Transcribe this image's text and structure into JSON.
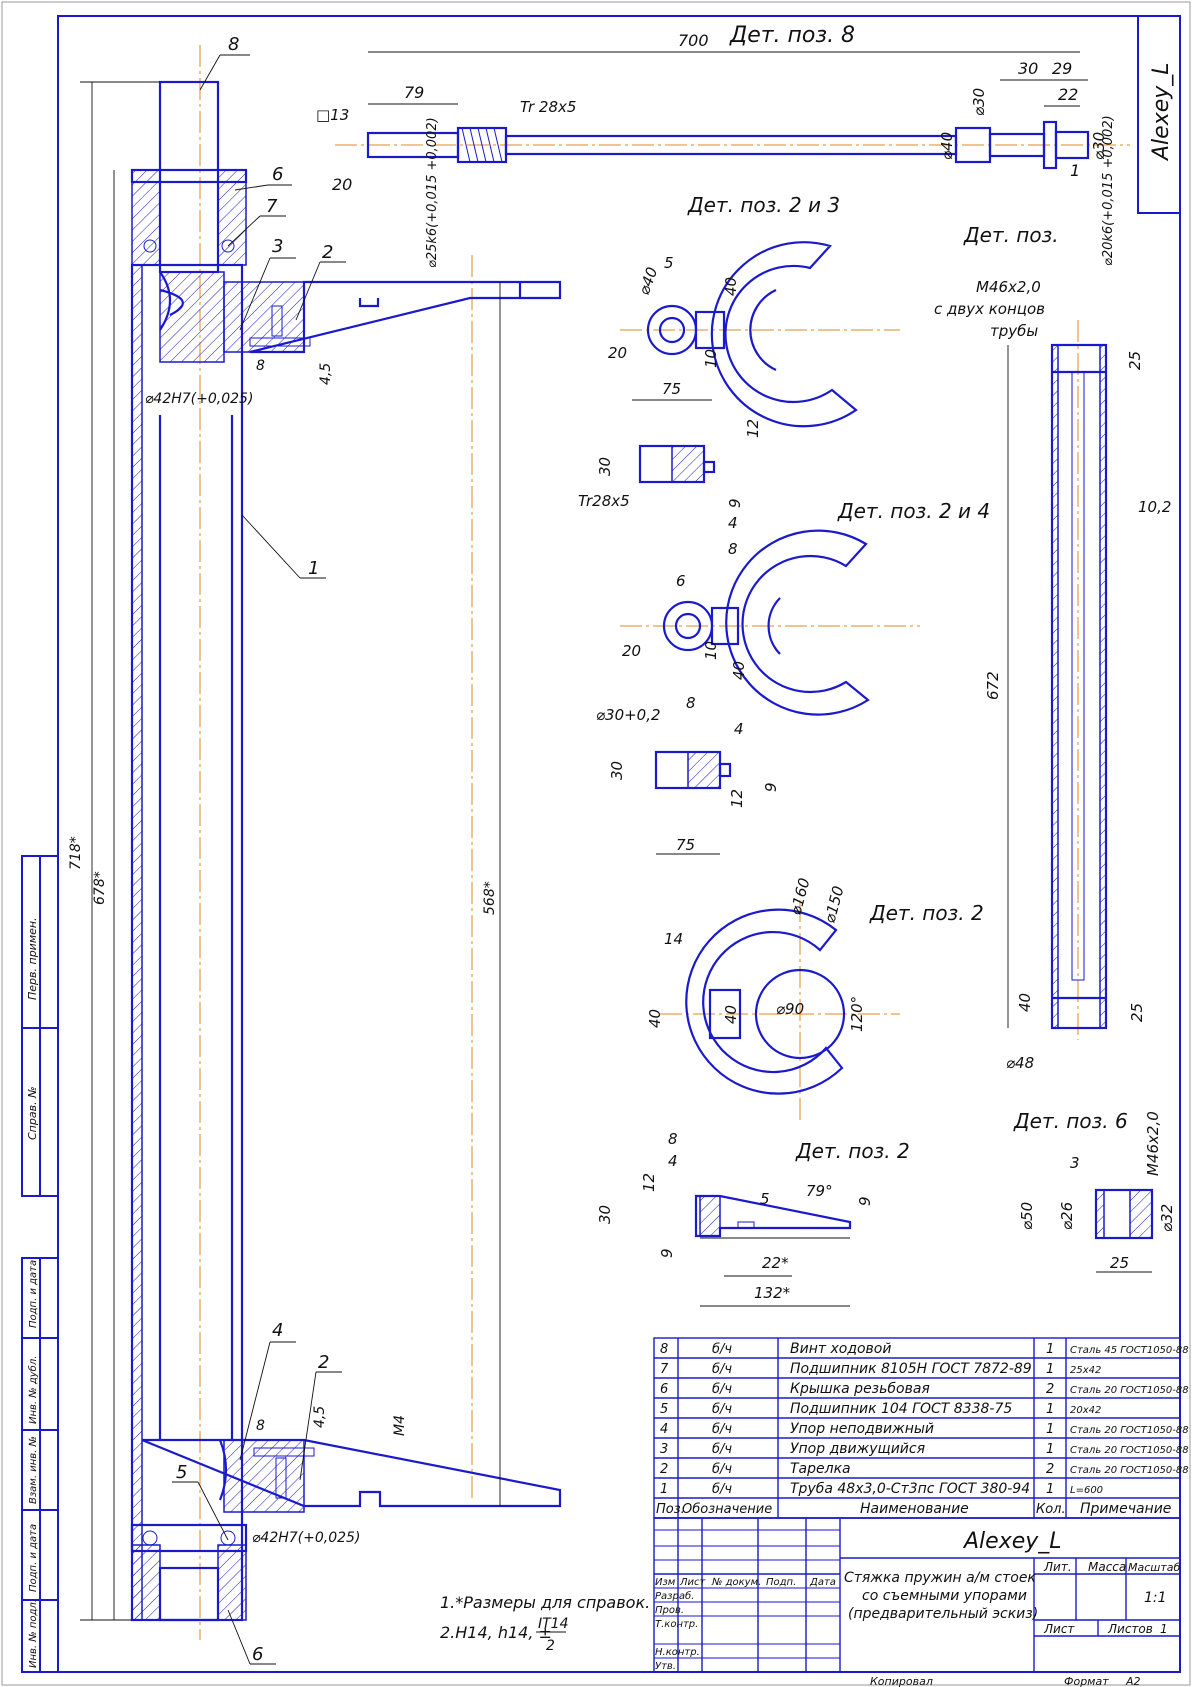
{
  "drawing": {
    "author_stamp": "Alexey_L",
    "views": {
      "pos8": "Дет. поз. 8",
      "pos2_3": "Дет. поз. 2 и 3",
      "pos_tube": "Дет. поз.",
      "pos2_4": "Дет. поз. 2 и 4",
      "pos2_ring": "Дет. поз. 2",
      "pos2_side": "Дет. поз. 2",
      "pos6": "Дет. поз. 6"
    },
    "tube_note": [
      "М46х2,0",
      "с двух концов",
      "трубы"
    ],
    "dims": {
      "d700": "700",
      "d79": "79",
      "d30": "30",
      "d29": "29",
      "d22": "22",
      "d1": "1",
      "sq13": "□13",
      "d20": "20",
      "tr": "Tr 28x5",
      "phi40": "⌀40",
      "phi30a": "⌀30",
      "phi30b": "⌀30",
      "k25": "⌀25k6(+0,015 +0,002)",
      "k20": "⌀20k6(+0,015 +0,002)",
      "a5": "5",
      "a40": "⌀40",
      "a40b": "40",
      "a20": "20",
      "a10": "10",
      "a75": "75",
      "a12": "12",
      "a30": "30",
      "atr": "Tr28x5",
      "a9": "9",
      "a4": "4",
      "a8": "8",
      "b6": "6",
      "b20": "20",
      "b10": "10",
      "b40": "40",
      "c30": "⌀30+0,2",
      "c8": "8",
      "c4": "4",
      "c30b": "30",
      "c12": "12",
      "c9": "9",
      "c75": "75",
      "r160": "⌀160",
      "r150": "⌀150",
      "r14": "14",
      "r40": "40",
      "r40b": "40",
      "r90": "⌀90",
      "r120": "120°",
      "s8": "8",
      "s4": "4",
      "s12": "12",
      "s30": "30",
      "s9": "9",
      "s5": "5",
      "s79": "79°",
      "s9b": "9",
      "s22": "22*",
      "s132": "132*",
      "t25": "25",
      "t102": "10,2",
      "t672": "672",
      "t40": "40",
      "t25b": "25",
      "t48": "⌀48",
      "p3": "3",
      "p50": "⌀50",
      "p26": "⌀26",
      "p32": "⌀32",
      "p25": "25",
      "pm": "M46x2,0",
      "m718": "718*",
      "m678": "678*",
      "m568": "568*",
      "mh7a": "⌀42H7(+0,025)",
      "mh7b": "⌀42H7(+0,025)",
      "m8": "8",
      "m45": "4,5",
      "m8b": "8",
      "m45b": "4,5",
      "m4": "M4"
    },
    "leaders": [
      "8",
      "6",
      "7",
      "3",
      "2",
      "1",
      "4",
      "2",
      "5",
      "6"
    ]
  },
  "notes": [
    "1.*Размеры для справок.",
    "2.H14, h14, ±",
    "IT14",
    "2"
  ],
  "bom": {
    "rows": [
      {
        "pos": "8",
        "des": "б/ч",
        "name": "Винт ходовой",
        "qty": "1",
        "note": "Сталь 45 ГОСТ1050-88"
      },
      {
        "pos": "7",
        "des": "б/ч",
        "name": "Подшипник 8105Н ГОСТ 7872-89",
        "qty": "1",
        "note": "25х42"
      },
      {
        "pos": "6",
        "des": "б/ч",
        "name": "Крышка резьбовая",
        "qty": "2",
        "note": "Сталь 20 ГОСТ1050-88"
      },
      {
        "pos": "5",
        "des": "б/ч",
        "name": "Подшипник 104 ГОСТ 8338-75",
        "qty": "1",
        "note": "20х42"
      },
      {
        "pos": "4",
        "des": "б/ч",
        "name": "Упор неподвижный",
        "qty": "1",
        "note": "Сталь 20 ГОСТ1050-88"
      },
      {
        "pos": "3",
        "des": "б/ч",
        "name": "Упор движущийся",
        "qty": "1",
        "note": "Сталь 20 ГОСТ1050-88"
      },
      {
        "pos": "2",
        "des": "б/ч",
        "name": "Тарелка",
        "qty": "2",
        "note": "Сталь 20 ГОСТ1050-88"
      },
      {
        "pos": "1",
        "des": "б/ч",
        "name": "Труба 48х3,0-Ст3пс ГОСТ 380-94",
        "qty": "1",
        "note": "L=600"
      }
    ],
    "headers": {
      "pos": "Поз.",
      "des": "Обозначение",
      "name": "Наименование",
      "qty": "Кол.",
      "note": "Примечание"
    }
  },
  "titleblock": {
    "author": "Alexey_L",
    "title": [
      "Стяжка пружин а/м стоек",
      "со съемными упорами",
      "(предварительный эскиз)"
    ],
    "cols": {
      "izm": "Изм",
      "list": "Лист",
      "doc": "№ докум.",
      "sign": "Подп.",
      "date": "Дата"
    },
    "roles": [
      "Разраб.",
      "Пров.",
      "Т.контр.",
      "Н.контр.",
      "Утв."
    ],
    "lit": "Лит.",
    "mass": "Масса",
    "scale_label": "Масштаб",
    "scale": "1:1",
    "sheet": "Лист",
    "sheets": "Листов",
    "sheets_n": "1",
    "copied": "Копировал",
    "format": "Формат",
    "format_v": "A2"
  },
  "side_strip": [
    "Перв. примен.",
    "Справ. №",
    "Подп. и дата",
    "Инв. № дубл.",
    "Взам. инв. №",
    "Подп. и дата",
    "Инв. № подл."
  ]
}
